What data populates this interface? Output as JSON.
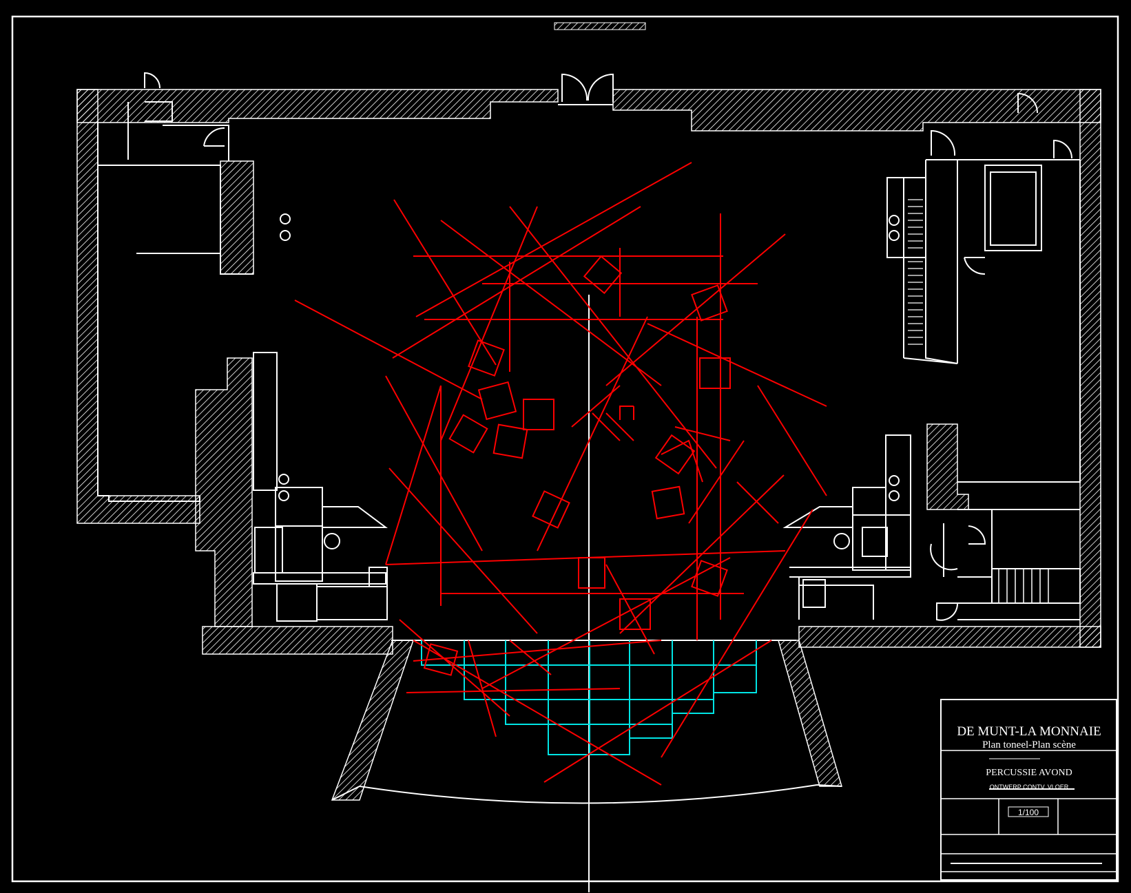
{
  "drawing": {
    "colors": {
      "background": "#000000",
      "linework": "#ffffff",
      "set_design": "#ff0000",
      "stage_platform": "#00e5e5"
    }
  },
  "title_block": {
    "org_name": "DE MUNT-LA MONNAIE",
    "subtitle": "Plan toneel-Plan scène",
    "production": "PERCUSSIE AVOND",
    "description": "ONTWERP CONTV. VLOER",
    "scale": "1/100"
  }
}
